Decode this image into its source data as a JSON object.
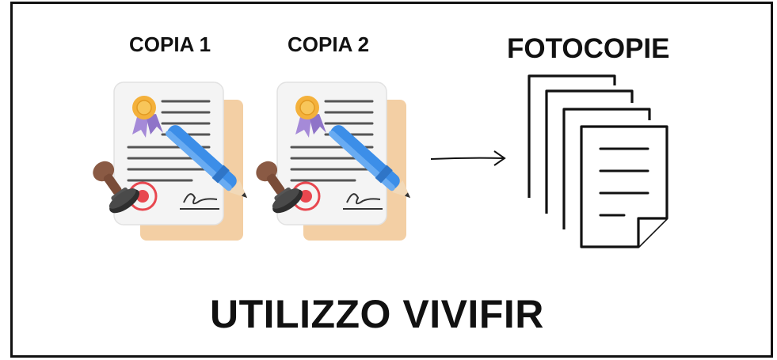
{
  "labels": {
    "copy_1": "COPIA 1",
    "copy_2": "COPIA 2",
    "photocopies": "FOTOCOPIE",
    "footer": "UTILIZZO VIVIFIR"
  },
  "icons": {
    "document": "certified-document-icon",
    "arrow": "arrow-right-icon",
    "copies": "photocopies-stack-icon"
  },
  "colors": {
    "text": "#111111",
    "paper": "#f4f4f4",
    "paper_back": "#f3cfa4",
    "seal": "#f4b13b",
    "ribbon": "#a58ad8",
    "pen": "#3c8ee8",
    "stamp_handle": "#8a5a44",
    "stamp_red": "#e8474f"
  }
}
